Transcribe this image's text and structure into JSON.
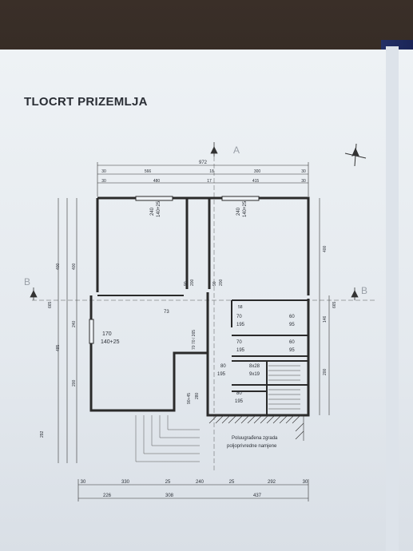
{
  "title": "TLOCRT PRIZEMLJA",
  "labels": {
    "section_a": "A",
    "section_b": "B"
  },
  "rooms": [
    {
      "line1": "240",
      "line2": "140+25"
    },
    {
      "line1": "240",
      "line2": "140+25"
    },
    {
      "line1": "170",
      "line2": "140+25"
    }
  ],
  "doors": [
    "90",
    "200"
  ],
  "small": [
    "58",
    "70",
    "195",
    "60",
    "95",
    "8x28",
    "9x19",
    "80",
    "90+45",
    "280"
  ],
  "annex": [
    "Poluugrađena zgrada",
    "poljoprivredne namjene"
  ],
  "dims": {
    "top_total": "972",
    "top_row1": [
      "30",
      "566",
      "18",
      "300",
      "30"
    ],
    "top_row2": [
      "30",
      "480",
      "17",
      "415",
      "30"
    ],
    "inner": [
      "73",
      "70 70 / 265"
    ],
    "left": [
      "400",
      "400",
      "485",
      "240",
      "200",
      "292",
      "665"
    ],
    "right": [
      "400",
      "665",
      "146",
      "200"
    ],
    "bottom_row1": [
      "30",
      "330",
      "25",
      "240",
      "25",
      "292",
      "30"
    ],
    "bottom_row2": [
      "226",
      "308",
      "437"
    ]
  }
}
